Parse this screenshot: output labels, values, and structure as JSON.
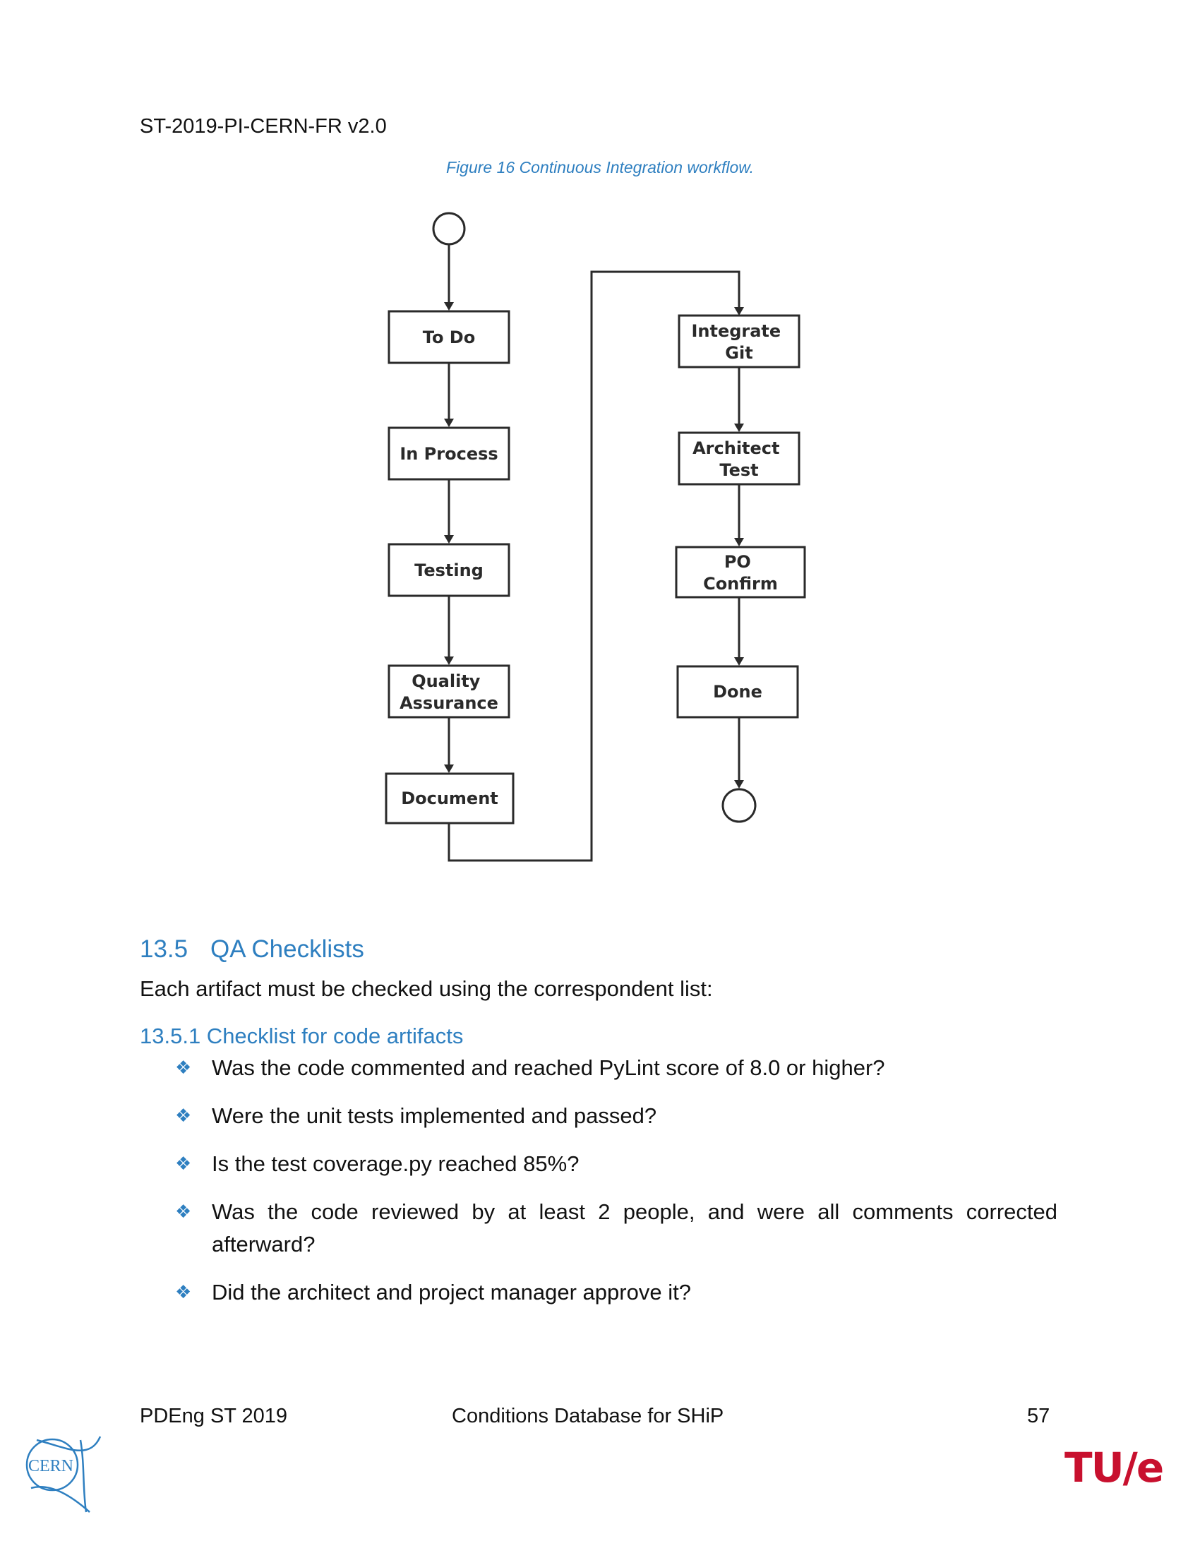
{
  "header": {
    "doc_id": "ST-2019-PI-CERN-FR v2.0"
  },
  "figure": {
    "caption": "Figure 16 Continuous Integration workflow.",
    "nodes": {
      "todo": [
        "To Do"
      ],
      "inprocess": [
        "In Process"
      ],
      "testing": [
        "Testing"
      ],
      "qa": [
        "Quality",
        "Assurance"
      ],
      "document": [
        "Document"
      ],
      "integrate": [
        "Integrate",
        "Git"
      ],
      "architect": [
        "Architect",
        "Test"
      ],
      "po": [
        "PO",
        "Confirm"
      ],
      "done": [
        "Done"
      ]
    }
  },
  "section": {
    "number": "13.5",
    "title": "QA Checklists",
    "intro": "Each artifact must be checked using the correspondent list:",
    "subsection": "13.5.1 Checklist for code artifacts",
    "bullet_symbol": "❖",
    "items": [
      "Was the code commented and reached PyLint score of 8.0 or higher?",
      "Were the unit tests implemented and passed?",
      "Is the test coverage.py reached 85%?",
      "Was the code reviewed by at least 2 people, and were all comments corrected afterward?",
      "Did the architect and project manager approve it?"
    ]
  },
  "footer": {
    "left": "PDEng ST 2019",
    "center": "Conditions Database for SHiP",
    "page": "57"
  },
  "logos": {
    "cern": "CERN",
    "tue": "TU/e"
  },
  "colors": {
    "accent_blue": "#2e7fc0",
    "tue_red": "#c8102e"
  }
}
